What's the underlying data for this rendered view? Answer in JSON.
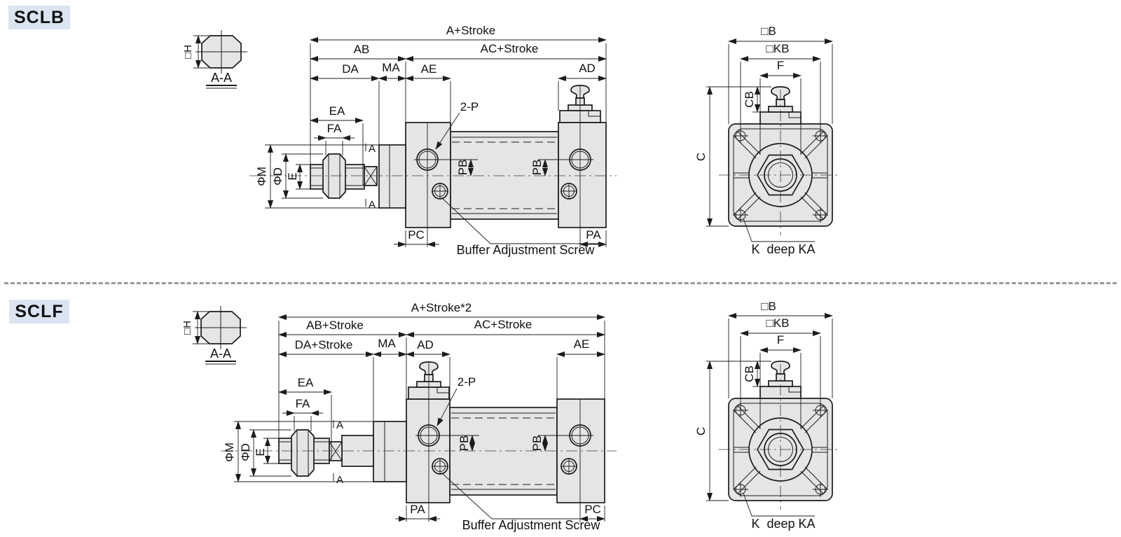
{
  "colors": {
    "badge_bg": "#dbe5f2",
    "part_fill": "#e4e5e7",
    "line": "#1c1c1c",
    "divider": "#9a9a9a"
  },
  "sclb": {
    "title": "SCLB",
    "section_symbol": {
      "dim": "□H",
      "label": "A-A"
    },
    "side": {
      "dim_total": "A+Stroke",
      "dim_ab": "AB",
      "dim_ac": "AC+Stroke",
      "dim_da": "DA",
      "dim_ma": "MA",
      "dim_ae": "AE",
      "dim_ad": "AD",
      "dim_ea": "EA",
      "dim_fa": "FA",
      "dim_phi_m": "ΦM",
      "dim_phi_d": "ΦD",
      "dim_e": "E",
      "cut_mark_top": "A",
      "cut_mark_bottom": "A",
      "port_callout": "2-P",
      "dim_pb_left": "PB",
      "dim_pb_right": "PB",
      "dim_bottom_left": "PC",
      "dim_bottom_right": "PA",
      "buffer_callout": "Buffer Adjustment Screw"
    },
    "front": {
      "dim_b": "□B",
      "dim_kb": "□KB",
      "dim_f": "F",
      "dim_cb": "CB",
      "dim_c": "C",
      "hole_callout": "K  deep KA"
    }
  },
  "sclf": {
    "title": "SCLF",
    "section_symbol": {
      "dim": "□H",
      "label": "A-A"
    },
    "side": {
      "dim_total": "A+Stroke*2",
      "dim_ab": "AB+Stroke",
      "dim_ac": "AC+Stroke",
      "dim_da": "DA+Stroke",
      "dim_ma": "MA",
      "dim_ad": "AD",
      "dim_ae": "AE",
      "dim_ea": "EA",
      "dim_fa": "FA",
      "dim_phi_m": "ΦM",
      "dim_phi_d": "ΦD",
      "dim_e": "E",
      "cut_mark_top": "A",
      "cut_mark_bottom": "A",
      "port_callout": "2-P",
      "dim_pb_left": "PB",
      "dim_pb_right": "PB",
      "dim_bottom_left": "PA",
      "dim_bottom_right": "PC",
      "buffer_callout": "Buffer Adjustment Screw"
    },
    "front": {
      "dim_b": "□B",
      "dim_kb": "□KB",
      "dim_f": "F",
      "dim_cb": "CB",
      "dim_c": "C",
      "hole_callout": "K  deep KA"
    }
  }
}
